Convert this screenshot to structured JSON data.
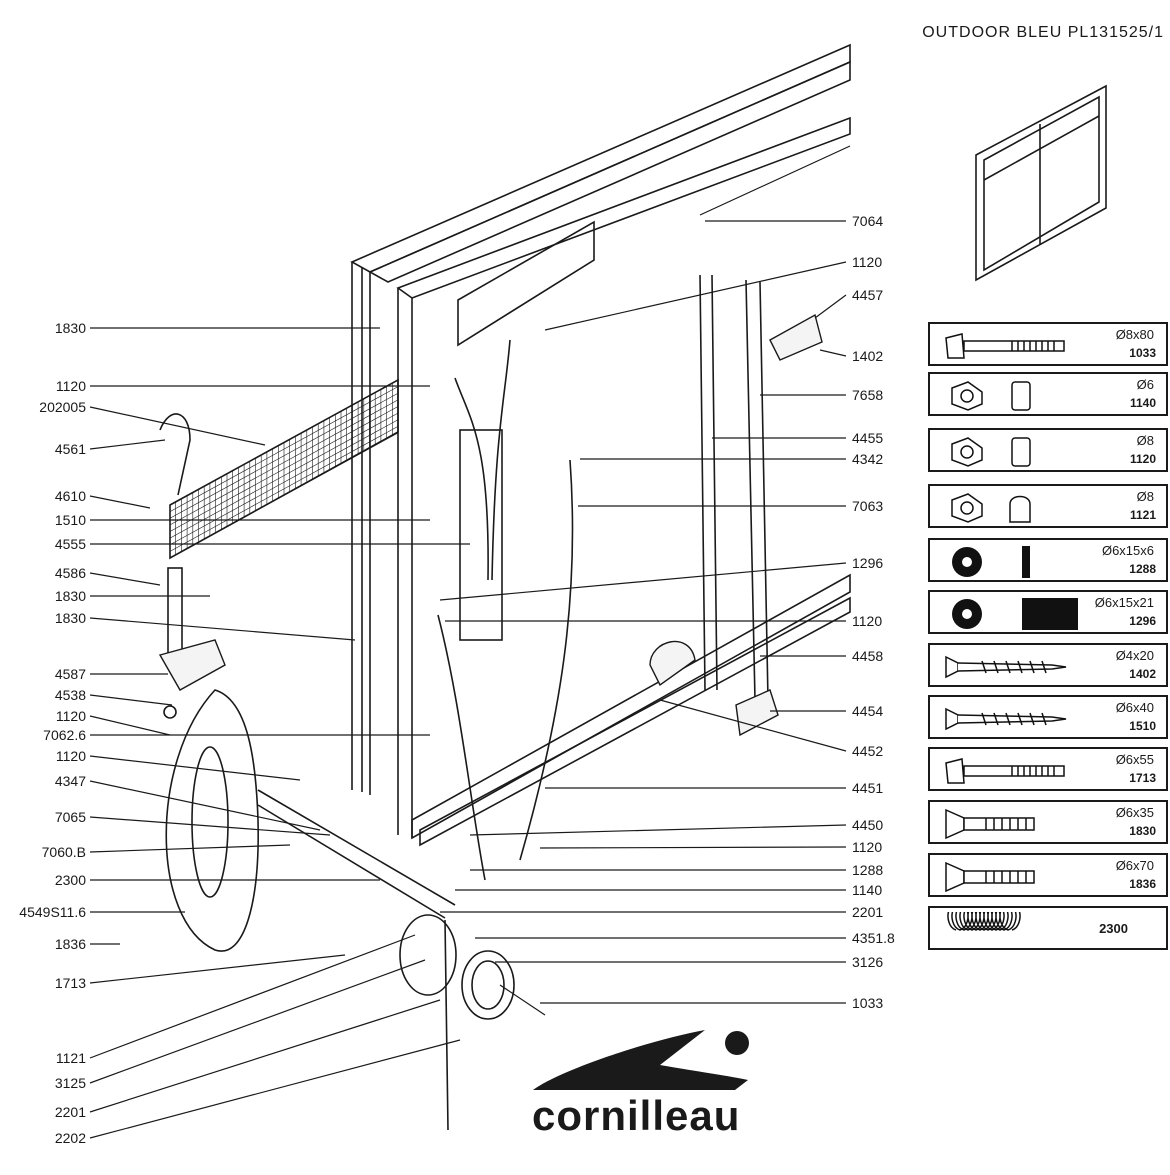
{
  "header": {
    "title": "OUTDOOR BLEU PL131525/1"
  },
  "callouts": {
    "left": [
      "1830",
      "1120",
      "202005",
      "4561",
      "4610",
      "1510",
      "4555",
      "4586",
      "1830",
      "1830",
      "4587",
      "4538",
      "1120",
      "7062.6",
      "1120",
      "4347",
      "7065",
      "7060.B",
      "2300",
      "4549S11.6",
      "1836",
      "1713",
      "1121",
      "3125",
      "2201",
      "2202"
    ],
    "right": [
      "7064",
      "1120",
      "4457",
      "1402",
      "7658",
      "4455",
      "4342",
      "7063",
      "1296",
      "1120",
      "4458",
      "4454",
      "4452",
      "4451",
      "4450",
      "1120",
      "1288",
      "1140",
      "2201",
      "4351.8",
      "3126",
      "1033"
    ]
  },
  "legend": [
    {
      "dim": "Ø8x80",
      "code": "1033",
      "icon": "hex-bolt-icon"
    },
    {
      "dim": "Ø6",
      "code": "1140",
      "icon": "hex-nut-icon"
    },
    {
      "dim": "Ø8",
      "code": "1120",
      "icon": "hex-nut-icon"
    },
    {
      "dim": "Ø8",
      "code": "1121",
      "icon": "cap-nut-icon"
    },
    {
      "dim": "Ø6x15x6",
      "code": "1288",
      "icon": "washer-icon"
    },
    {
      "dim": "Ø6x15x21",
      "code": "1296",
      "icon": "spacer-icon"
    },
    {
      "dim": "Ø4x20",
      "code": "1402",
      "icon": "wood-screw-icon"
    },
    {
      "dim": "Ø6x40",
      "code": "1510",
      "icon": "wood-screw-icon"
    },
    {
      "dim": "Ø6x55",
      "code": "1713",
      "icon": "hex-bolt-icon"
    },
    {
      "dim": "Ø6x35",
      "code": "1830",
      "icon": "countersunk-bolt-icon"
    },
    {
      "dim": "Ø6x70",
      "code": "1836",
      "icon": "countersunk-bolt-icon"
    },
    {
      "dim": "",
      "code": "2300",
      "icon": "spring-icon"
    }
  ],
  "brand": {
    "name": "cornilleau"
  }
}
